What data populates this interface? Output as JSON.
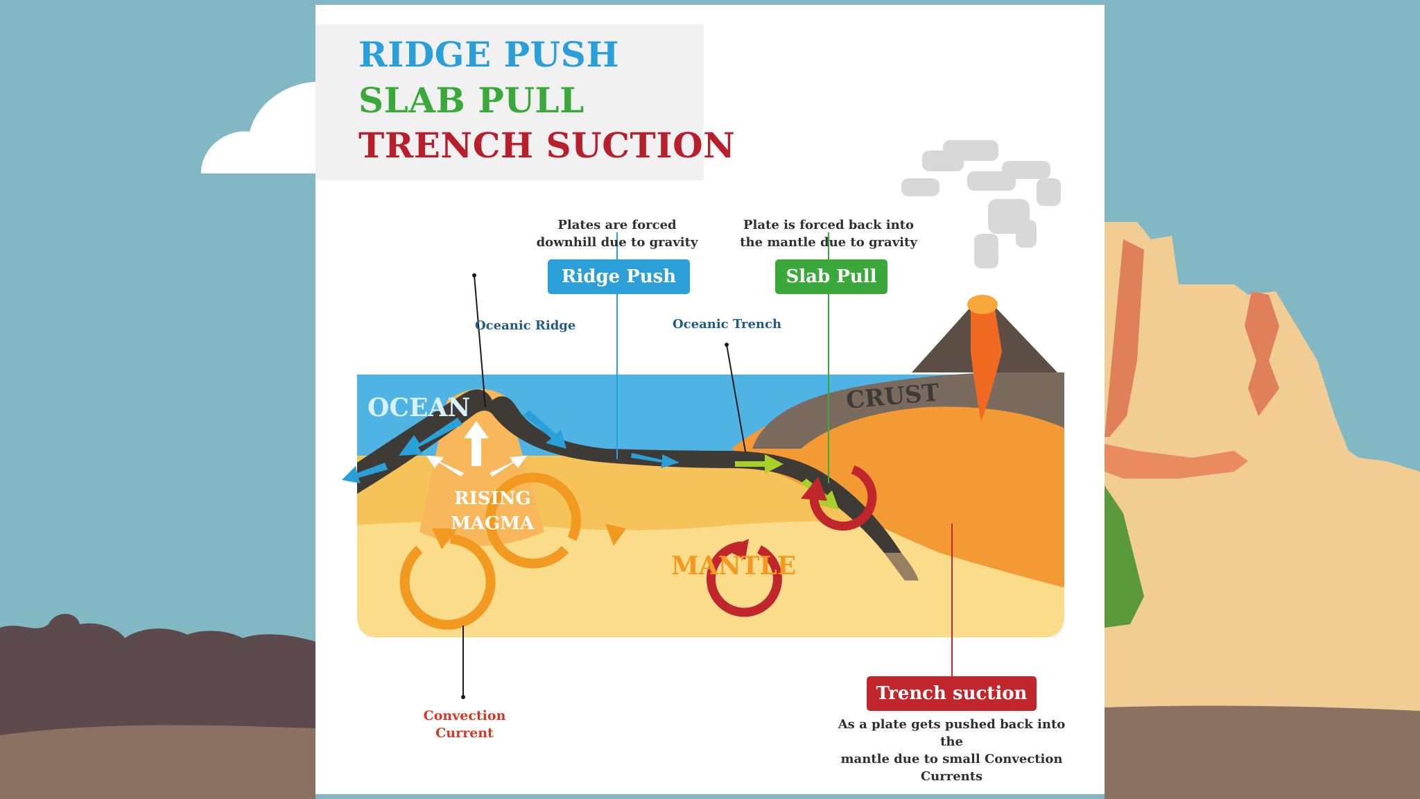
{
  "titles": {
    "line1": "RIDGE PUSH",
    "line2": "SLAB PULL",
    "line3": "TRENCH SUCTION"
  },
  "callouts": {
    "ridge_push_desc": "Plates are forced\ndownhill due to gravity",
    "slab_pull_desc": "Plate is forced back into\nthe mantle due to gravity",
    "trench_suction_desc": "As a plate gets pushed back into the\nmantle due to small Convection\nCurrents",
    "convection_current": "Convection\nCurrent"
  },
  "tags": {
    "ridge_push": "Ridge Push",
    "slab_pull": "Slab Pull",
    "trench_suction": "Trench suction"
  },
  "labels": {
    "oceanic_ridge": "Oceanic Ridge",
    "oceanic_trench": "Oceanic Trench",
    "ocean": "OCEAN",
    "crust": "CRUST",
    "rising_magma_line1": "RISING",
    "rising_magma_line2": "MAGMA",
    "mantle": "MANTLE"
  },
  "colors": {
    "ridge_push": "#2a9fd8",
    "slab_pull": "#3aa83b",
    "trench_suction": "#b81f2d",
    "ocean": "#4fb3e4",
    "mantle": "#f6c35a",
    "plate": "#3e3a36",
    "convection": "#f29a1f",
    "sky": "#82b8c4"
  }
}
